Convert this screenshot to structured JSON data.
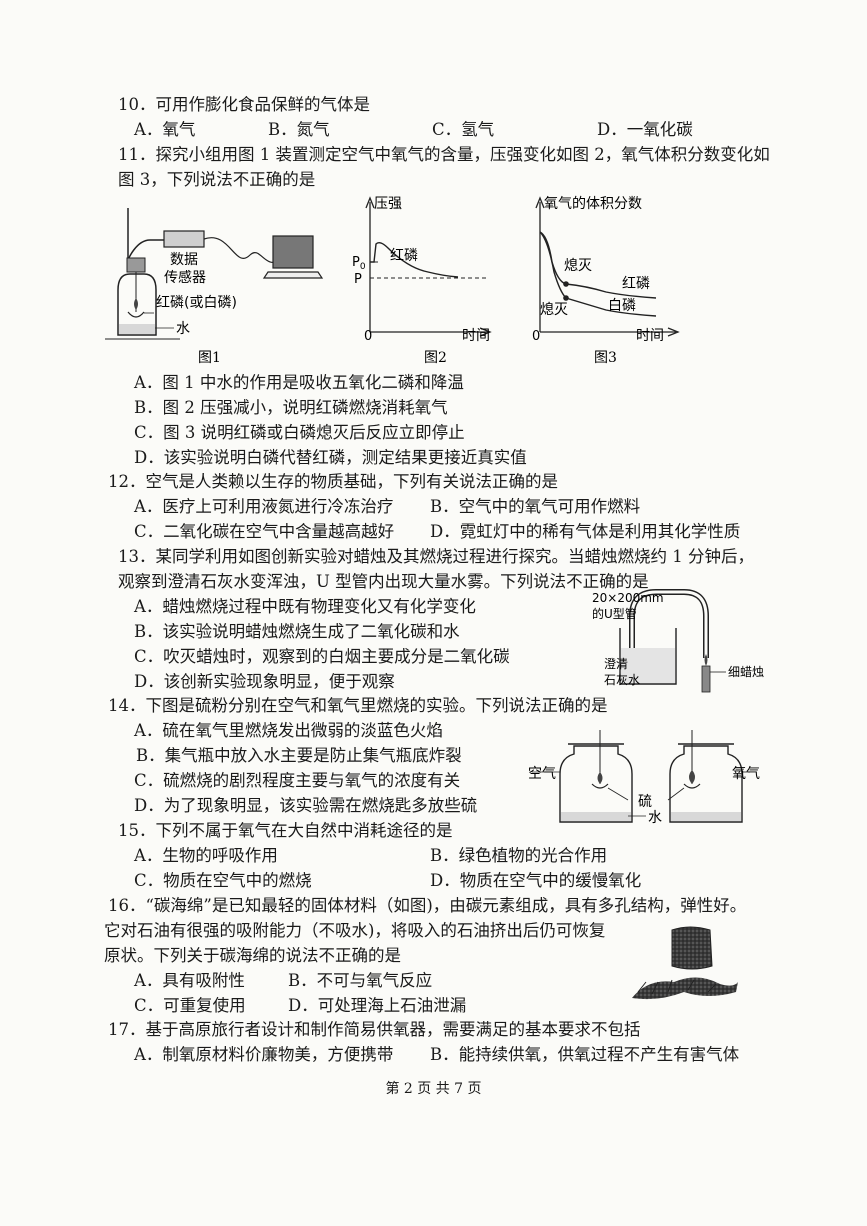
{
  "q10": {
    "stem": "10．可用作膨化食品保鲜的气体是",
    "a": "A．氧气",
    "b": "B．氮气",
    "c": "C．氢气",
    "d": "D．一氧化碳"
  },
  "q11": {
    "stem1": "11．探究小组用图 1 装置测定空气中氧气的含量，压强变化如图 2，氧气体积分数变化如",
    "stem2": "图 3，下列说法不正确的是",
    "fig1": {
      "sensor1": "数据",
      "sensor2": "传感器",
      "phos": "红磷(或白磷)",
      "water": "水",
      "caption": "图1"
    },
    "fig2": {
      "ylabel": "压强",
      "p0": "P",
      "p0sub": "0",
      "p": "P",
      "curve": "红磷",
      "origin": "0",
      "xlabel": "时间",
      "caption": "图2"
    },
    "fig3": {
      "ylabel": "氧气的体积分数",
      "ext1": "熄灭",
      "ext2": "熄灭",
      "red": "红磷",
      "white": "白磷",
      "origin": "0",
      "xlabel": "时间",
      "caption": "图3"
    },
    "a": "A．图 1 中水的作用是吸收五氧化二磷和降温",
    "b": "B．图 2 压强减小，说明红磷燃烧消耗氧气",
    "c": "C．图 3 说明红磷或白磷熄灭后反应立即停止",
    "d": "D．该实验说明白磷代替红磷，测定结果更接近真实值"
  },
  "q12": {
    "stem": "12．空气是人类赖以生存的物质基础，下列有关说法正确的是",
    "a": "A．医疗上可利用液氮进行冷冻治疗",
    "b": "B．空气中的氧气可用作燃料",
    "c": "C．二氧化碳在空气中含量越高越好",
    "d": "D．霓虹灯中的稀有气体是利用其化学性质"
  },
  "q13": {
    "stem1": "13．某同学利用如图创新实验对蜡烛及其燃烧过程进行探究。当蜡烛燃烧约 1 分钟后，",
    "stem2": "观察到澄清石灰水变浑浊，U 型管内出现大量水雾。下列说法不正确的是",
    "a": "A．蜡烛燃烧过程中既有物理变化又有化学变化",
    "b": "B．该实验说明蜡烛燃烧生成了二氧化碳和水",
    "c": "C．吹灭蜡烛时，观察到的白烟主要成分是二氧化碳",
    "d": "D．该创新实验现象明显，便于观察",
    "fig": {
      "tube1": "20×200mm",
      "tube2": "的U型管",
      "lime1": "澄清",
      "lime2": "石灰水",
      "candle": "细蜡烛"
    }
  },
  "q14": {
    "stem": "14．下图是硫粉分别在空气和氧气里燃烧的实验。下列说法正确的是",
    "a": "A．硫在氧气里燃烧发出微弱的淡蓝色火焰",
    "b": "B．集气瓶中放入水主要是防止集气瓶底炸裂",
    "c": "C．硫燃烧的剧烈程度主要与氧气的浓度有关",
    "d": "D．为了现象明显，该实验需在燃烧匙多放些硫",
    "fig": {
      "air": "空气",
      "oxygen": "氧气",
      "sulfur": "硫",
      "water": "水"
    }
  },
  "q15": {
    "stem": "15．下列不属于氧气在大自然中消耗途径的是",
    "a": "A．生物的呼吸作用",
    "b": "B．绿色植物的光合作用",
    "c": "C．物质在空气中的燃烧",
    "d": "D．物质在空气中的缓慢氧化"
  },
  "q16": {
    "stem1": "16．“碳海绵”是已知最轻的固体材料（如图)，由碳元素组成，具有多孔结构，弹性好。",
    "stem2": "它对石油有很强的吸附能力（不吸水)，将吸入的石油挤出后仍可恢复",
    "stem3": "原状。下列关于碳海绵的说法不正确的是",
    "a": "A．具有吸附性",
    "b": "B．不可与氧气反应",
    "c": "C．可重复使用",
    "d": "D．可处理海上石油泄漏"
  },
  "q17": {
    "stem": "17．基于高原旅行者设计和制作简易供氧器，需要满足的基本要求不包括",
    "a": "A．制氧原材料价廉物美，方便携带",
    "b": "B．能持续供氧，供氧过程不产生有害气体"
  },
  "footer": "第 2 页 共 7 页"
}
